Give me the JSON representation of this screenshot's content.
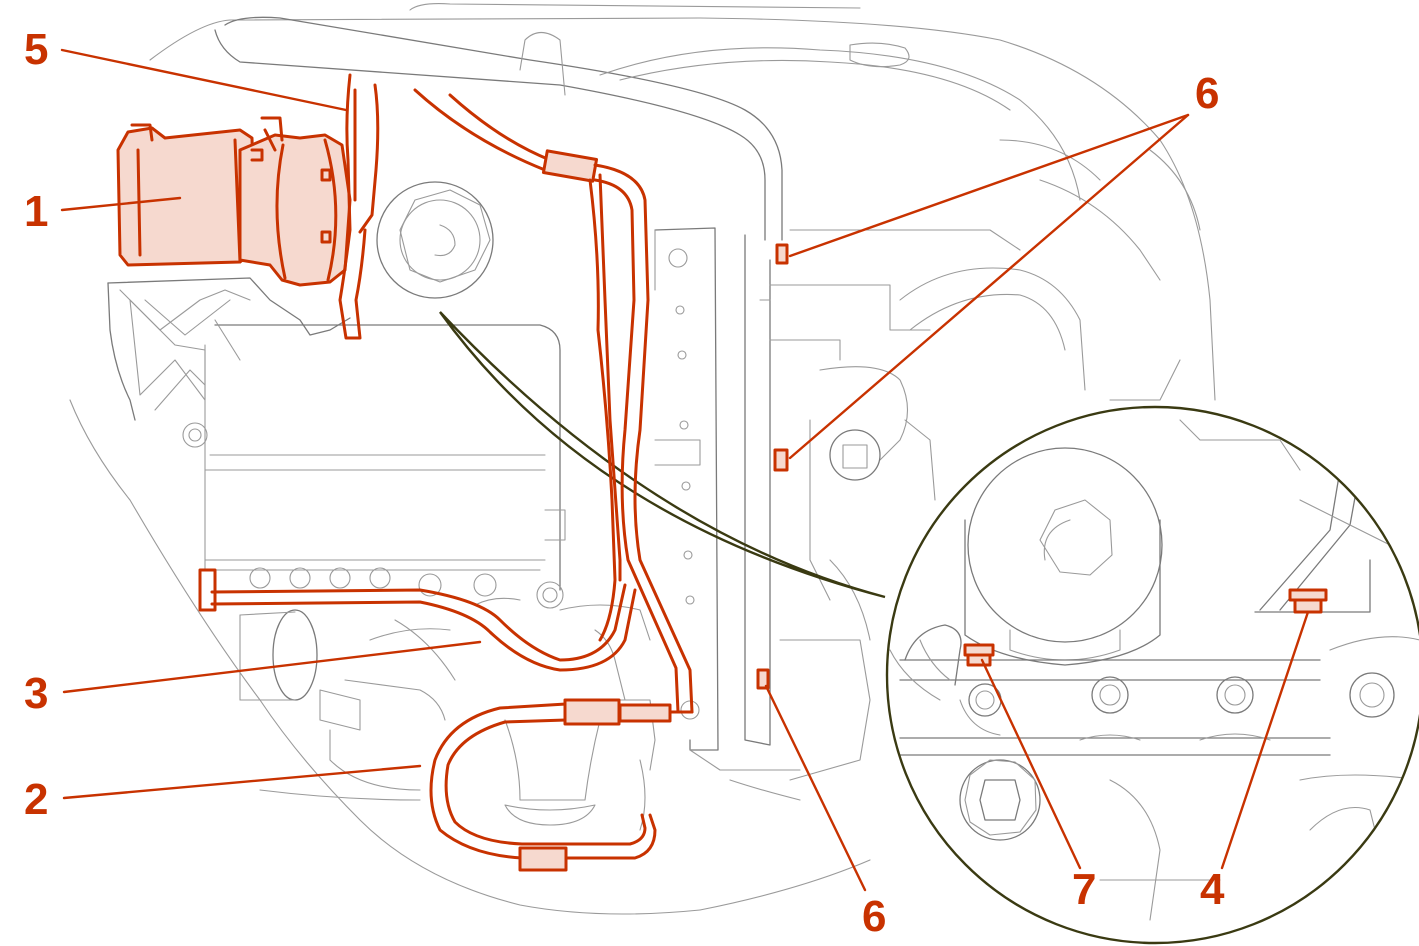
{
  "callouts": [
    {
      "id": "callout-1",
      "label": "1"
    },
    {
      "id": "callout-2",
      "label": "2"
    },
    {
      "id": "callout-3",
      "label": "3"
    },
    {
      "id": "callout-4",
      "label": "4"
    },
    {
      "id": "callout-5",
      "label": "5"
    },
    {
      "id": "callout-6-top",
      "label": "6"
    },
    {
      "id": "callout-6-bottom",
      "label": "6"
    },
    {
      "id": "callout-7",
      "label": "7"
    }
  ],
  "colors": {
    "highlight": "#c83200",
    "line_art": "#9a9a9a",
    "detail_outline": "#3a3a12",
    "background": "#ffffff"
  }
}
